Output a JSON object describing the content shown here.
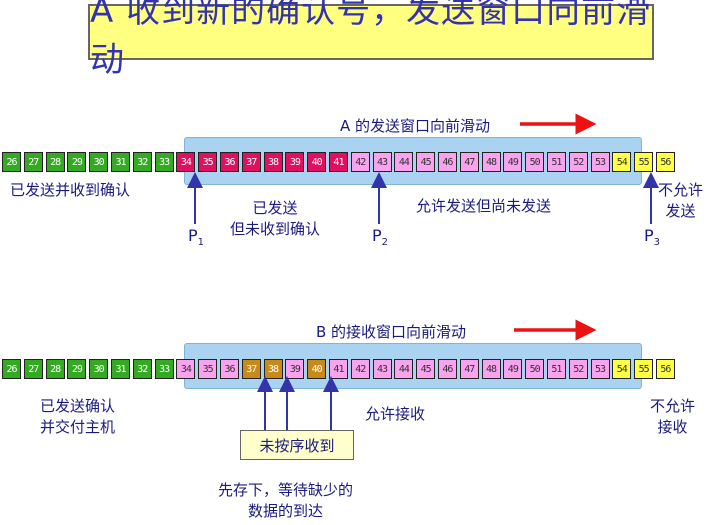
{
  "title": "A 收到新的确认号，发送窗口向前滑动",
  "sender": {
    "window_caption": "A 的发送窗口向前滑动",
    "cells": [
      26,
      27,
      28,
      29,
      30,
      31,
      32,
      33,
      34,
      35,
      36,
      37,
      38,
      39,
      40,
      41,
      42,
      43,
      44,
      45,
      46,
      47,
      48,
      49,
      50,
      51,
      52,
      53,
      54,
      55,
      56
    ],
    "ack_through": 33,
    "sent_through": 41,
    "allow_through": 53,
    "labels": {
      "acked": "已发送并收到确认",
      "sent_unacked": "已发送\n但未收到确认",
      "allowed": "允许发送但尚未发送",
      "not_allowed": "不允许\n发送"
    },
    "pointers": [
      {
        "name": "P",
        "sub": "1"
      },
      {
        "name": "P",
        "sub": "2"
      },
      {
        "name": "P",
        "sub": "3"
      }
    ]
  },
  "receiver": {
    "window_caption": "B 的接收窗口向前滑动",
    "cells": [
      26,
      27,
      28,
      29,
      30,
      31,
      32,
      33,
      34,
      35,
      36,
      37,
      38,
      39,
      40,
      41,
      42,
      43,
      44,
      45,
      46,
      47,
      48,
      49,
      50,
      51,
      52,
      53,
      54,
      55,
      56
    ],
    "ack_through": 33,
    "allow_through": 53,
    "buffered": [
      37,
      38,
      40
    ],
    "labels": {
      "acked": "已发送确认\n并交付主机",
      "allowed": "允许接收",
      "not_allowed": "不允许\n接收",
      "out_of_order": "未按序收到",
      "note": "先存下，等待缺少的\n数据的到达"
    }
  },
  "colors": {
    "acked": "#33aa22",
    "sent": "#e01060",
    "allowed": "#f9a2ee",
    "not_allowed": "#ffff44",
    "buffered": "#c88a18",
    "window": "#a9d3f1",
    "arrow": "#ee1111"
  }
}
